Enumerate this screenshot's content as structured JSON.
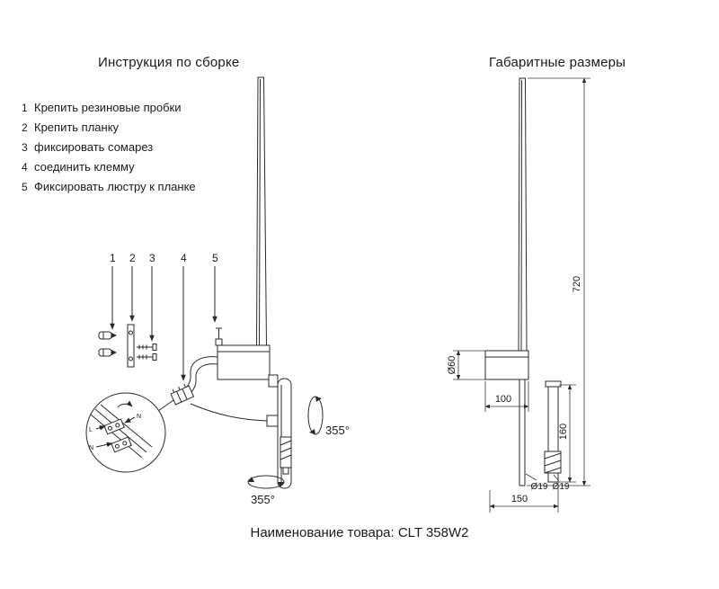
{
  "page": {
    "footer": "Наименование товара: CLT 358W2"
  },
  "assembly": {
    "title": "Инструкция по сборке",
    "steps": [
      {
        "num": "1",
        "text": "Крепить резиновые пробки"
      },
      {
        "num": "2",
        "text": "Крепить планку"
      },
      {
        "num": "3",
        "text": "фиксировать сомарез"
      },
      {
        "num": "4",
        "text": "соединить клемму"
      },
      {
        "num": "5",
        "text": "Фиксировать люстру к планке"
      }
    ],
    "callouts": {
      "c1": "1",
      "c2": "2",
      "c3": "3",
      "c4": "4",
      "c5": "5"
    },
    "rotation_side": "355°",
    "rotation_bottom": "355°",
    "detail": {
      "n_top": "N",
      "l": "L",
      "n": "N"
    }
  },
  "dimensions": {
    "title": "Габаритные размеры",
    "height": "720",
    "plate_dia": "Ø60",
    "arm_length": "100",
    "small_tube_len": "160",
    "dia_main": "Ø19",
    "dia_small": "Ø19",
    "depth": "150"
  },
  "colors": {
    "line": "#2a2a2a",
    "text": "#1a1a1a",
    "background": "#ffffff"
  }
}
